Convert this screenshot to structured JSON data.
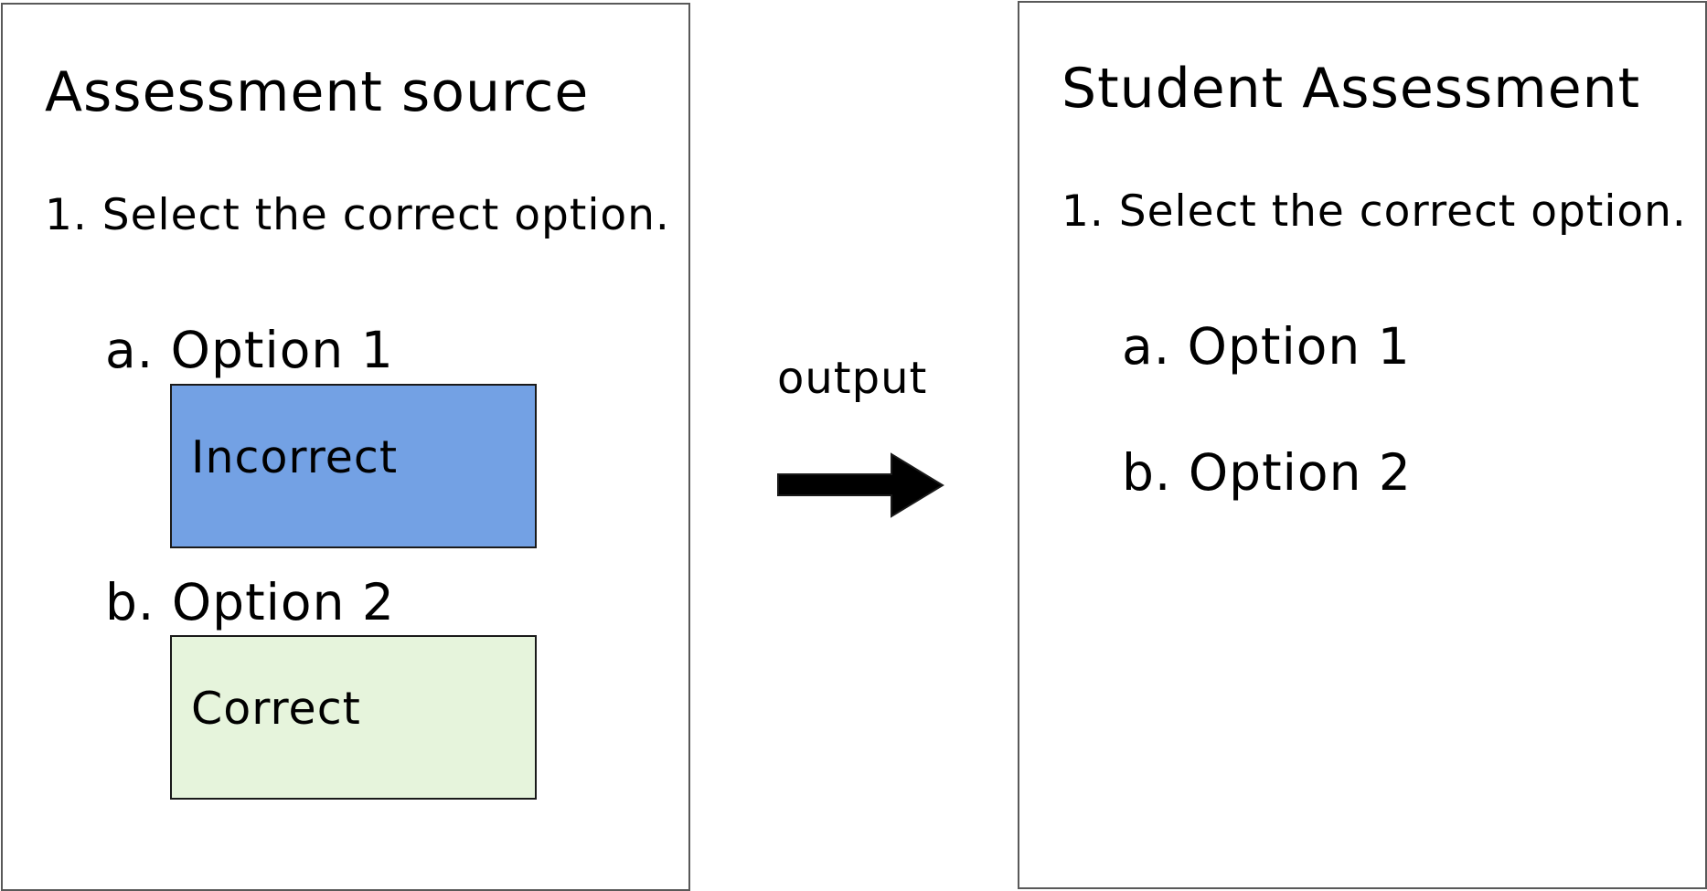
{
  "source": {
    "title": "Assessment source",
    "question": "1. Select the correct option.",
    "options": [
      {
        "label": "a. Option 1",
        "feedback": "Incorrect",
        "color": "#73a1e4"
      },
      {
        "label": "b. Option 2",
        "feedback": "Correct",
        "color": "#e6f4dc"
      }
    ]
  },
  "connector": {
    "label": "output",
    "icon": "right-arrow-icon"
  },
  "student": {
    "title": "Student Assessment",
    "question": "1. Select the correct option.",
    "options": [
      {
        "label": "a. Option 1"
      },
      {
        "label": "b. Option 2"
      }
    ]
  }
}
